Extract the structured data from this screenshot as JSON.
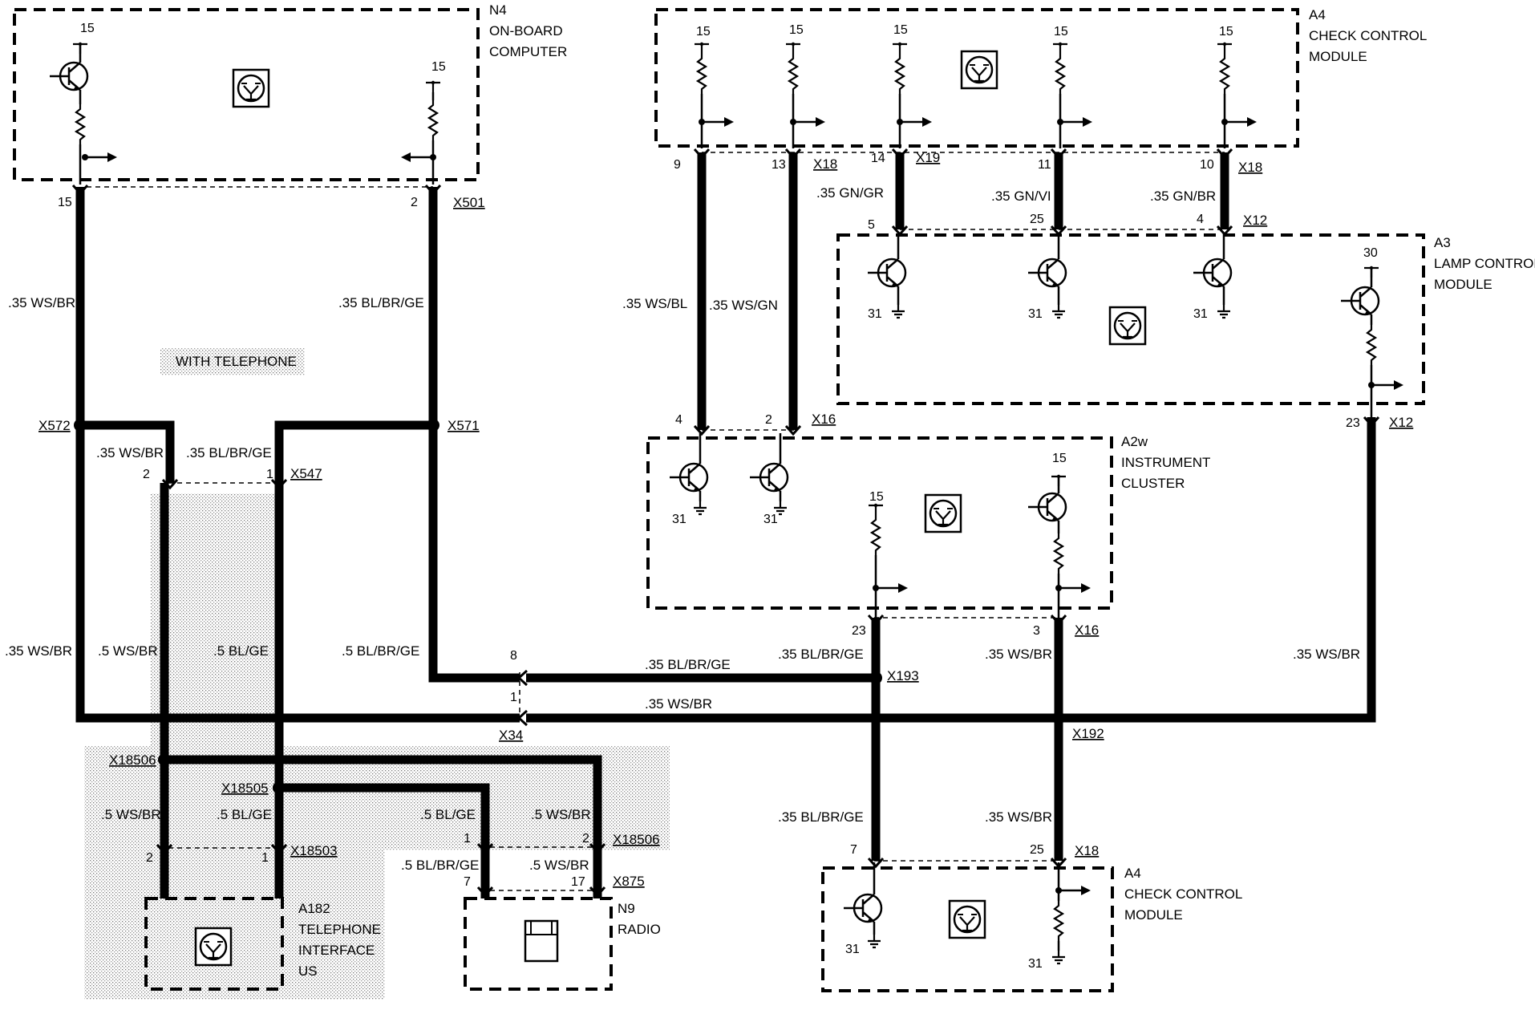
{
  "components": {
    "n4": {
      "id": "N4",
      "line1": "ON-BOARD",
      "line2": "COMPUTER"
    },
    "a4_top": {
      "id": "A4",
      "line1": "CHECK CONTROL",
      "line2": "MODULE"
    },
    "a3": {
      "id": "A3",
      "line1": "LAMP CONTROL",
      "line2": "MODULE"
    },
    "a2w": {
      "id": "A2w",
      "line1": "INSTRUMENT",
      "line2": "CLUSTER"
    },
    "a182": {
      "id": "A182",
      "line1": "TELEPHONE",
      "line2": "INTERFACE",
      "line3": "US"
    },
    "n9": {
      "id": "N9",
      "line1": "RADIO"
    },
    "a4_bottom": {
      "id": "A4",
      "line1": "CHECK CONTROL",
      "line2": "MODULE"
    }
  },
  "connectors": {
    "x501": "X501",
    "x572": "X572",
    "x571": "X571",
    "x547": "X547",
    "x18_a": "X18",
    "x19": "X19",
    "x18_b": "X18",
    "x12_a": "X12",
    "x12_b": "X12",
    "x16_a": "X16",
    "x16_b": "X16",
    "x193": "X193",
    "x192": "X192",
    "x34": "X34",
    "x18506_l": "X18506",
    "x18505": "X18505",
    "x18503": "X18503",
    "x18506_r": "X18506",
    "x875": "X875",
    "x18_c": "X18"
  },
  "wires": {
    "n4_15": ".35 WS/BR",
    "n4_2": ".35 BL/BR/GE",
    "tel_ws": ".35 WS/BR",
    "tel_bl": ".35 BL/BR/GE",
    "left_ws": ".35 WS/BR",
    "s_ws": ".5 WS/BR",
    "s_bl": ".5 BL/GE",
    "mid_bl": ".5 BL/BR/GE",
    "a4_9": ".35 WS/BL",
    "a4_13": ".35 WS/GN",
    "a4_14": ".35 GN/GR",
    "a4_11": ".35 GN/VI",
    "a4_10": ".35 GN/BR",
    "h_bl": ".35 BL/BR/GE",
    "h_ws": ".35 WS/BR",
    "a2w_23": ".35 BL/BR/GE",
    "a2w_3": ".35 WS/BR",
    "a3_23": ".35 WS/BR",
    "low_bl": ".35 BL/BR/GE",
    "low_ws": ".35 WS/BR",
    "t_ws": ".5 WS/BR",
    "t_bl": ".5 BL/GE",
    "r_bl": ".5 BL/GE",
    "r_ws": ".5 WS/BR",
    "radio_bl": ".5 BL/BR/GE",
    "radio_ws": ".5 WS/BR"
  },
  "option_label": "WITH TELEPHONE",
  "pins": {
    "n4_15": "15",
    "n4_2": "2",
    "n4_sup1": "15",
    "n4_sup2": "15",
    "a4_sup1": "15",
    "a4_sup2": "15",
    "a4_sup3": "15",
    "a4_sup4": "15",
    "a4_sup5": "15",
    "a4_9": "9",
    "a4_13": "13",
    "a4_14": "14",
    "a4_11": "11",
    "a4_10": "10",
    "a3_5": "5",
    "a3_25": "25",
    "a3_4": "4",
    "a3_30": "30",
    "a3_23": "23",
    "a3_g1": "31",
    "a3_g2": "31",
    "a3_g3": "31",
    "a2w_4": "4",
    "a2w_2": "2",
    "a2w_g1": "31",
    "a2w_g2": "31",
    "a2w_sup1": "15",
    "a2w_sup2": "15",
    "a2w_23": "23",
    "a2w_3": "3",
    "x547_2": "2",
    "x547_1": "1",
    "x34_8": "8",
    "x34_1": "1",
    "x18503_2": "2",
    "x18503_1": "1",
    "x18506_1": "1",
    "x18506_2": "2",
    "x875_7": "7",
    "x875_17": "17",
    "a4b_7": "7",
    "a4b_25": "25",
    "a4b_g1": "31",
    "a4b_g2": "31"
  }
}
